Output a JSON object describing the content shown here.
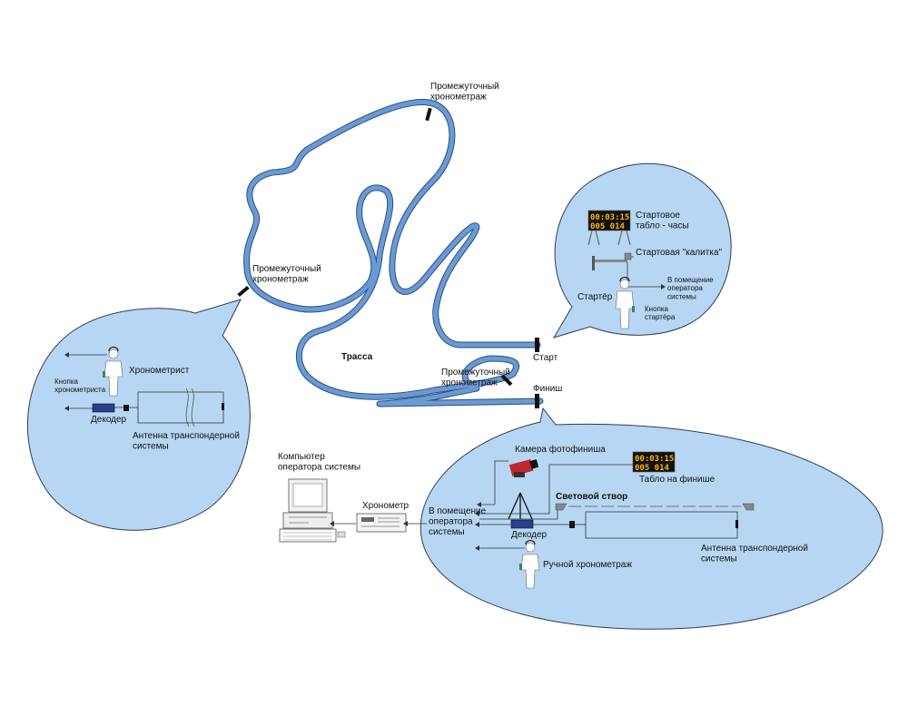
{
  "track": {
    "label": "Трасса",
    "checkpoints": {
      "top": "Промежуточный\nхронометраж",
      "left": "Промежуточный\nхронометраж",
      "bottom": "Промежуточный\nхронометраж"
    },
    "start": "Старт",
    "finish": "Финиш"
  },
  "start_bubble": {
    "board": "Стартовое\nтабло - часы",
    "board_line1": "00:03:15",
    "board_line2": "005 014",
    "gate": "Стартовая \"калитка\"",
    "operator_room": "В помещение\nоператора\nсистемы",
    "starter": "Стартёр",
    "starter_button": "Кнопка\nстартёра"
  },
  "timekeeper_bubble": {
    "timekeeper": "Хронометрист",
    "button": "Кнопка\nхронометриста",
    "decoder": "Декодер",
    "antenna": "Антенна транспондерной\nсистемы"
  },
  "finish_bubble": {
    "camera": "Камера фотофиниша",
    "board": "Табло на финише",
    "board_line1": "00:03:15",
    "board_line2": "005 014",
    "light_gate": "Световой створ",
    "operator_room": "В помещение\nоператора\nсистемы",
    "decoder": "Декодер",
    "antenna": "Антенна транспондерной\nсистемы",
    "manual": "Ручной хронометраж"
  },
  "operator": {
    "computer": "Компьютер\nоператора системы",
    "chronometer": "Хронометр"
  },
  "colors": {
    "track": "#6a9ad4",
    "track_edge": "#2b4f80",
    "bubble": "#b7d6f3",
    "led": "#ffb400",
    "camera": "#c0282d"
  }
}
